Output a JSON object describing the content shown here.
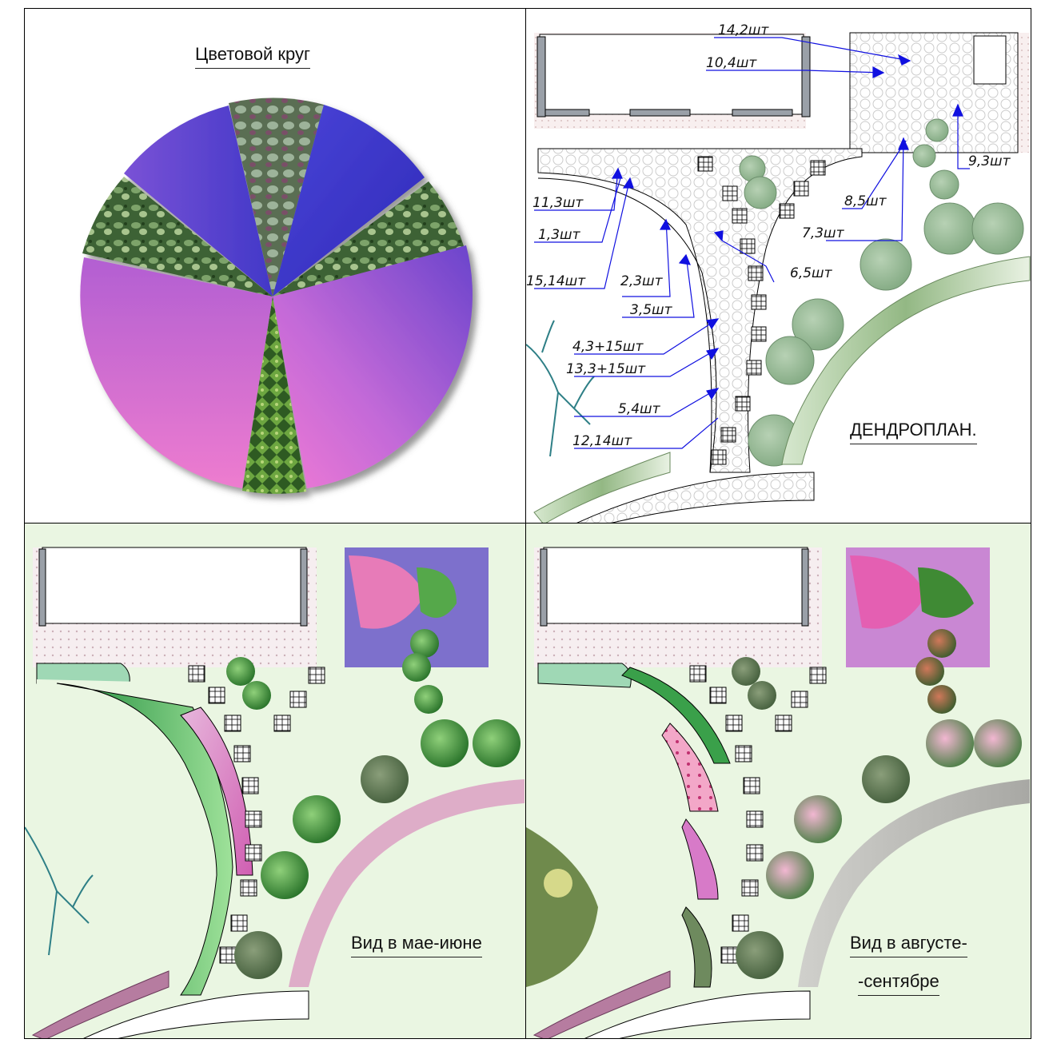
{
  "wheel": {
    "title": "Цветовой круг",
    "colors": {
      "blue": "#3a35c8",
      "violet": "#8a4fd0",
      "pink": "#ef7ad6",
      "plant_green": "#4e7d3c"
    }
  },
  "dendroplan": {
    "title": "ДЕНДРОПЛАН.",
    "labels": [
      "14,2шт",
      "10,4шт",
      "11,3шт",
      "1,3шт",
      "15,14шт",
      "2,3шт",
      "3,5шт",
      "4,3+15шт",
      "13,3+15шт",
      "5,4шт",
      "12,14шт",
      "6,5шт",
      "7,3шт",
      "8,5шт",
      "9,3шт"
    ],
    "arrow_color": "#1010e0"
  },
  "may_june": {
    "title": "Вид в мае-июне"
  },
  "aug_sep": {
    "title_line1": "Вид в августе-",
    "title_line2": "-сентябре"
  },
  "colors": {
    "lawn": "#eaf6e2",
    "path_pink": "#f3e4e8",
    "shrub_green": "#7faa7f",
    "border_green": "#9bbf8a"
  }
}
